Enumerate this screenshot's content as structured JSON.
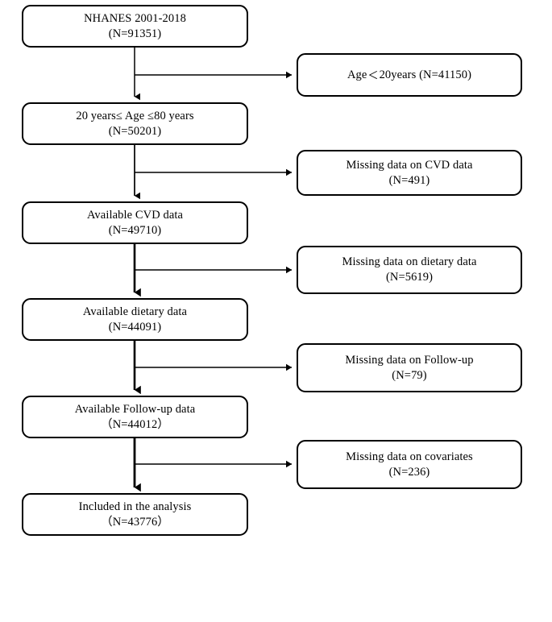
{
  "diagram": {
    "title": "NHANES participant selection flow diagram",
    "type": "flowchart",
    "stroke_color": "#000000",
    "background_color": "#ffffff",
    "main_nodes": [
      {
        "id": "source",
        "line_1": "NHANES 2001-2018",
        "line_2": "(N=91351)",
        "count": 91351
      },
      {
        "id": "age-range",
        "line_1": "20 years≤ Age ≤80 years",
        "line_2": "(N=50201)",
        "count": 50201
      },
      {
        "id": "available-cvd",
        "line_1": "Available CVD data",
        "line_2": "(N=49710)",
        "count": 49710
      },
      {
        "id": "available-dietary",
        "line_1": "Available dietary data",
        "line_2": "(N=44091)",
        "count": 44091
      },
      {
        "id": "available-followup",
        "line_1": "Available Follow-up data",
        "line_2": "（N=44012）",
        "count": 44012
      },
      {
        "id": "included",
        "line_1": "Included in the analysis",
        "line_2": "（N=43776）",
        "count": 43776
      }
    ],
    "exclusion_nodes": [
      {
        "id": "excl-age",
        "line_1_prefix": "Age",
        "line_1_symbol": "＜",
        "line_1_suffix": "20years (N=41150)",
        "line_2": "",
        "count": 41150,
        "single_line": true
      },
      {
        "id": "excl-cvd",
        "line_1": "Missing data on CVD data",
        "line_2": "(N=491)",
        "count": 491,
        "single_line": false
      },
      {
        "id": "excl-dietary",
        "line_1": "Missing data on dietary data",
        "line_2": "(N=5619)",
        "count": 5619,
        "single_line": false
      },
      {
        "id": "excl-followup",
        "line_1": "Missing data on Follow-up",
        "line_2": "(N=79)",
        "count": 79,
        "single_line": false
      },
      {
        "id": "excl-covariates",
        "line_1": "Missing data on covariates",
        "line_2": "(N=236)",
        "count": 236,
        "single_line": false
      }
    ]
  }
}
